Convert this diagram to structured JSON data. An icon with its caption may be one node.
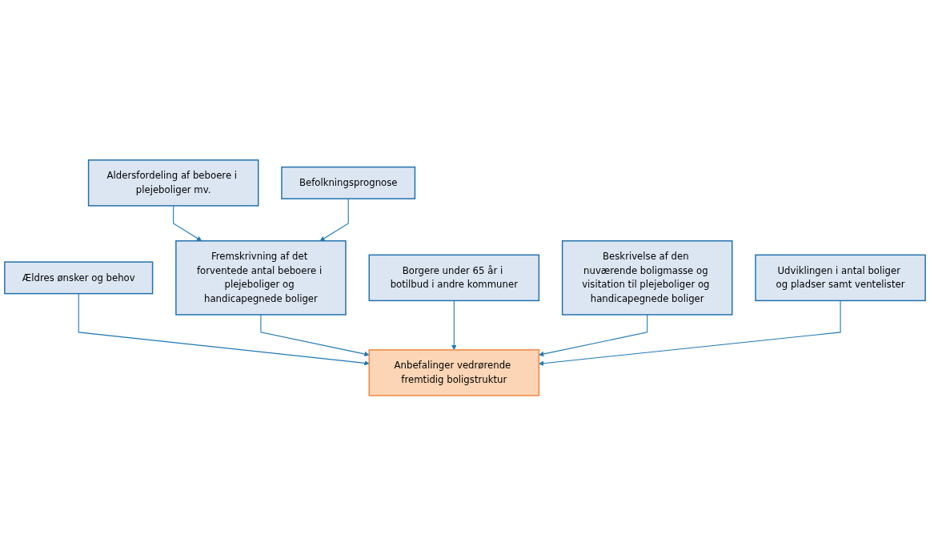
{
  "diagram": {
    "nodes": [
      {
        "text": [
          "Aldersfordeling af beboere i plejeboliger mv."
        ]
      },
      {
        "text": [
          "Befolkningsprognose"
        ]
      },
      {
        "text": [
          "Ældres ønsker og behov"
        ]
      },
      {
        "text": [
          "Fremskrivning af det forventede antal beboere i plejeboliger og handicapegnede boliger"
        ]
      },
      {
        "text": [
          "Anbefalinger vedrørende fremtidig boligstruktur"
        ]
      },
      {
        "text": [
          "Borgere under 65 år i botilbud i andre kommuner"
        ]
      },
      {
        "text": [
          "Beskrivelse af den nuværende boligmasse og visitation til plejeboliger og handicapegnede boliger"
        ]
      },
      {
        "text": [
          "Udviklingen i antal boliger og pladser samt ventelister"
        ]
      }
    ],
    "edges": [
      {
        "from": 0,
        "to": 3,
        "arrow": "to"
      },
      {
        "from": 1,
        "to": 3,
        "arrow": "to"
      },
      {
        "from": 2,
        "to": 4,
        "arrow": "to"
      },
      {
        "from": 3,
        "to": 4,
        "arrow": "to"
      },
      {
        "from": 5,
        "to": 4,
        "arrow": "to"
      },
      {
        "from": 6,
        "to": 4,
        "arrow": "to"
      },
      {
        "from": 7,
        "to": 4,
        "arrow": "to"
      }
    ]
  }
}
